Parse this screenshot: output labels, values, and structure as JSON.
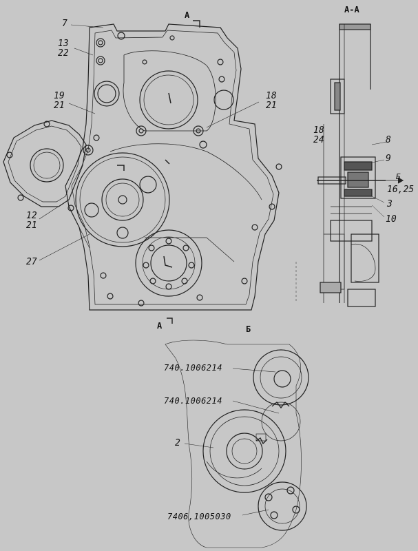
{
  "section_label": "А-А",
  "section_mark_top": "А",
  "section_mark_bottom": "А",
  "view_label": "Б",
  "view_arrow_label": "Б",
  "callouts": {
    "c7": "7",
    "c13": "13",
    "c22": "22",
    "c19": "19",
    "c21a": "21",
    "c18a": "18",
    "c21b": "21",
    "c12": "12",
    "c21c": "21",
    "c27": "27",
    "c18b": "18",
    "c24": "24",
    "c8": "8",
    "c9": "9",
    "c1625": "16,25",
    "c3": "3",
    "c10": "10",
    "c2": "2"
  },
  "part_numbers": {
    "p1": "740.1006214",
    "p2": "740.1006214",
    "p3": "7406,1005030"
  },
  "colors": {
    "background": "#c7c7c7",
    "line": "#222222"
  }
}
